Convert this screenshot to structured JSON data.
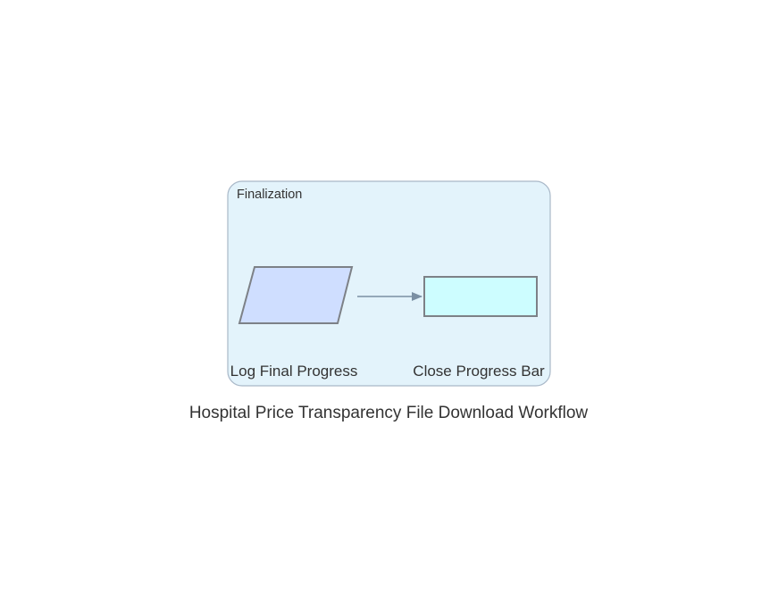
{
  "diagram": {
    "title": "Hospital Price Transparency File Download Workflow",
    "cluster": {
      "label": "Finalization",
      "fill": "#e3f3fb",
      "stroke": "#a9b8c8"
    },
    "nodes": [
      {
        "id": "log",
        "shape": "parallelogram",
        "label": "Log Final Progress",
        "fill": "#cfdeff",
        "stroke": "#7d8187"
      },
      {
        "id": "close",
        "shape": "rectangle",
        "label": "Close Progress Bar",
        "fill": "#cdfdff",
        "stroke": "#7d8187"
      }
    ],
    "edges": [
      {
        "from": "log",
        "to": "close",
        "color": "#7b8fa3"
      }
    ]
  }
}
